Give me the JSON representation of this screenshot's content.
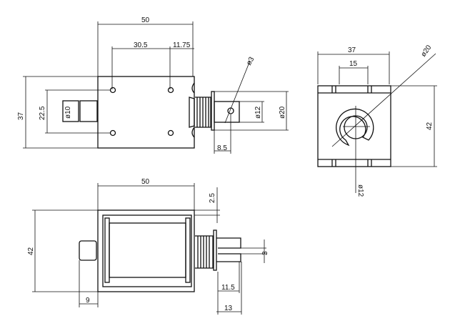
{
  "top_view": {
    "width": "50",
    "hole_pitch": "30.5",
    "hole_offset": "11.75",
    "height": "37",
    "hole_spacing": "22.5",
    "cap_diameter": "ø10",
    "plunger_diameter": "ø12",
    "washer_diameter": "ø20",
    "pin_hole": "ø3",
    "pin_offset": "8.5"
  },
  "end_view": {
    "width": "37",
    "slot_spacing": "15",
    "height": "42",
    "outer_diameter": "ø20",
    "inner_diameter": "ø12"
  },
  "side_view": {
    "width": "50",
    "frame_thickness": "2.5",
    "height": "42",
    "cap_length": "9",
    "slot_width": "3",
    "slot_depth": "11.5",
    "plunger_length": "13"
  }
}
